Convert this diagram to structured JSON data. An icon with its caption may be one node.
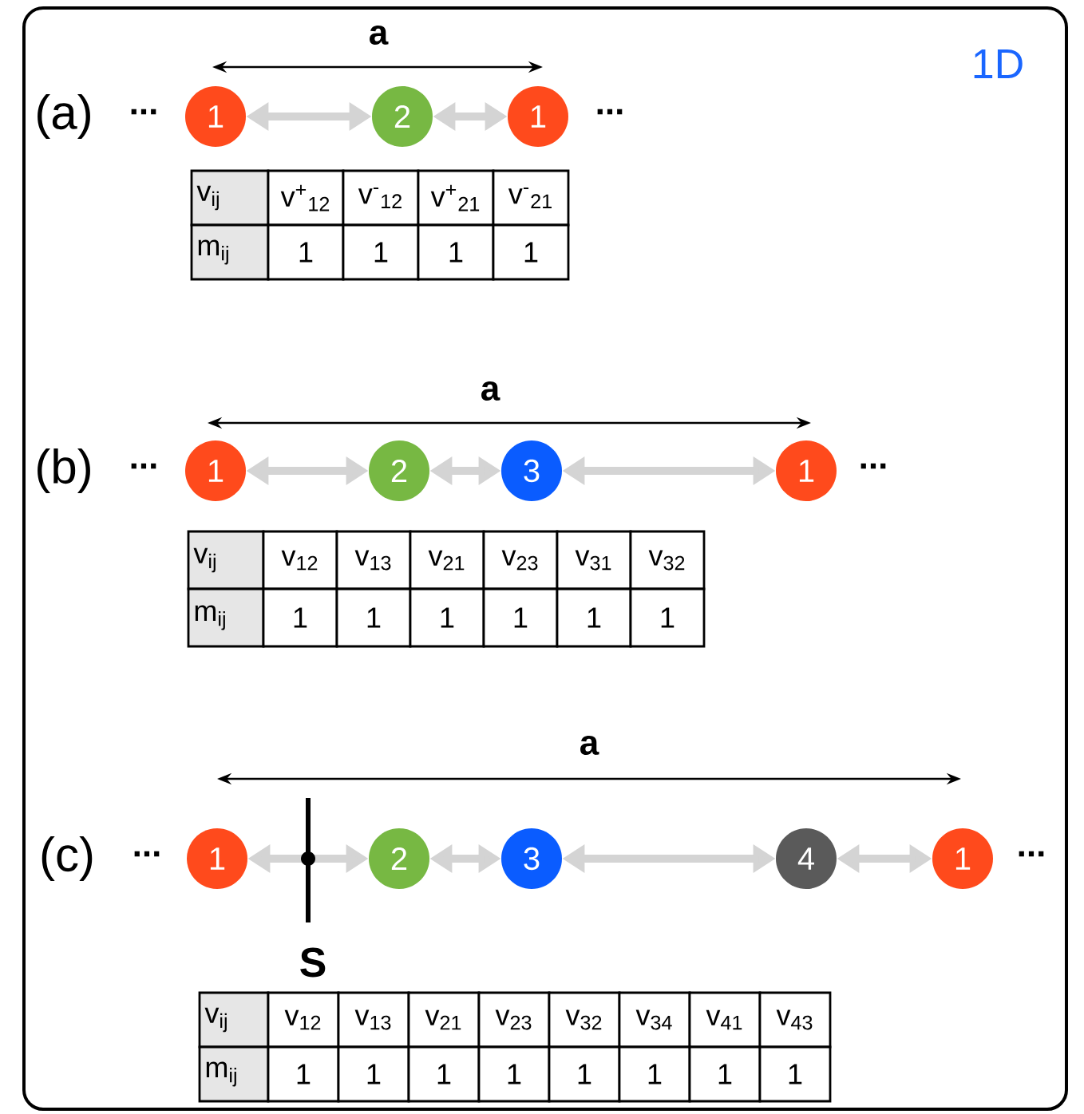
{
  "diagram": {
    "nodes": [
      {
        "text": [
          "1"
        ]
      },
      {
        "text": [
          "2"
        ]
      },
      {
        "text": [
          "1"
        ]
      },
      {
        "text": [
          "1"
        ]
      },
      {
        "text": [
          "2"
        ]
      },
      {
        "text": [
          "3"
        ]
      },
      {
        "text": [
          "1"
        ]
      },
      {
        "text": [
          "1"
        ]
      },
      {
        "text": [
          "2"
        ]
      },
      {
        "text": [
          "3"
        ]
      },
      {
        "text": [
          "4"
        ]
      },
      {
        "text": [
          "1"
        ]
      }
    ],
    "edges": [
      {
        "from": 0,
        "to": 1,
        "arrow": "both"
      },
      {
        "from": 1,
        "to": 2,
        "arrow": "both"
      },
      {
        "from": 3,
        "to": 4,
        "arrow": "both"
      },
      {
        "from": 4,
        "to": 5,
        "arrow": "both"
      },
      {
        "from": 5,
        "to": 6,
        "arrow": "both"
      },
      {
        "from": 7,
        "to": 8,
        "arrow": "both"
      },
      {
        "from": 8,
        "to": 9,
        "arrow": "both"
      },
      {
        "from": 9,
        "to": 10,
        "arrow": "both"
      },
      {
        "from": 10,
        "to": 11,
        "arrow": "both"
      }
    ],
    "labels": [
      "a",
      "1D",
      "(a)",
      "...",
      "...",
      "v$_{ij}$",
      "v$^{+}$$_{12}$",
      "v$^{-}$$_{12}$",
      "v$^{+}$$_{21}$",
      "v$^{-}$$_{21}$",
      "m$_{ij}$",
      "1",
      "1",
      "1",
      "1",
      "a",
      "(b)",
      "...",
      "...",
      "v$_{ij}$",
      "v$_{12}$",
      "v$_{13}$",
      "v$_{21}$",
      "v$_{23}$",
      "v$_{31}$",
      "v$_{32}$",
      "m$_{ij}$",
      "1",
      "1",
      "1",
      "1",
      "1",
      "1",
      "a",
      "(c)",
      "...",
      "...",
      "S",
      "v$_{ij}$",
      "v$_{12}$",
      "v$_{13}$",
      "v$_{21}$",
      "v$_{23}$",
      "v$_{32}$",
      "v$_{34}$",
      "v$_{41}$",
      "v$_{43}$",
      "m$_{ij}$",
      "1",
      "1",
      "1",
      "1",
      "1",
      "1",
      "1",
      "1"
    ]
  }
}
